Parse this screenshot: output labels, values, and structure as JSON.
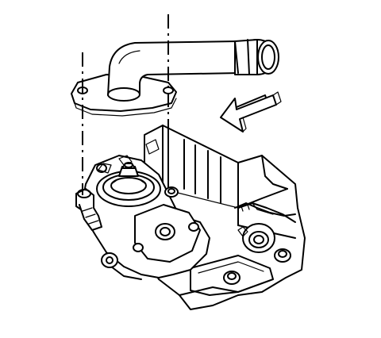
{
  "figure": {
    "parts": [
      "coolant-outlet-pipe",
      "outlet-flange",
      "thermostat",
      "thermostat-housing",
      "housing-bolt",
      "engine-block",
      "direction-arrow"
    ]
  }
}
